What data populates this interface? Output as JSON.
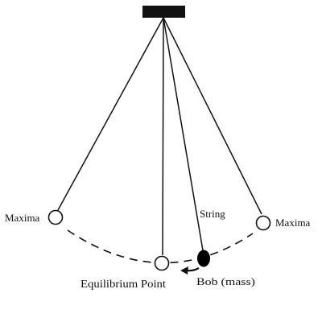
{
  "labels": {
    "maxima_left": "Maxima",
    "maxima_right": "Maxima",
    "string": "String",
    "equilibrium": "Equilibrium Point",
    "bob": "Bob (mass)"
  },
  "colors": {
    "ink": "#111111",
    "bob_fill": "#000000",
    "open_circle_fill": "#ffffff",
    "background": "#ffffff"
  }
}
